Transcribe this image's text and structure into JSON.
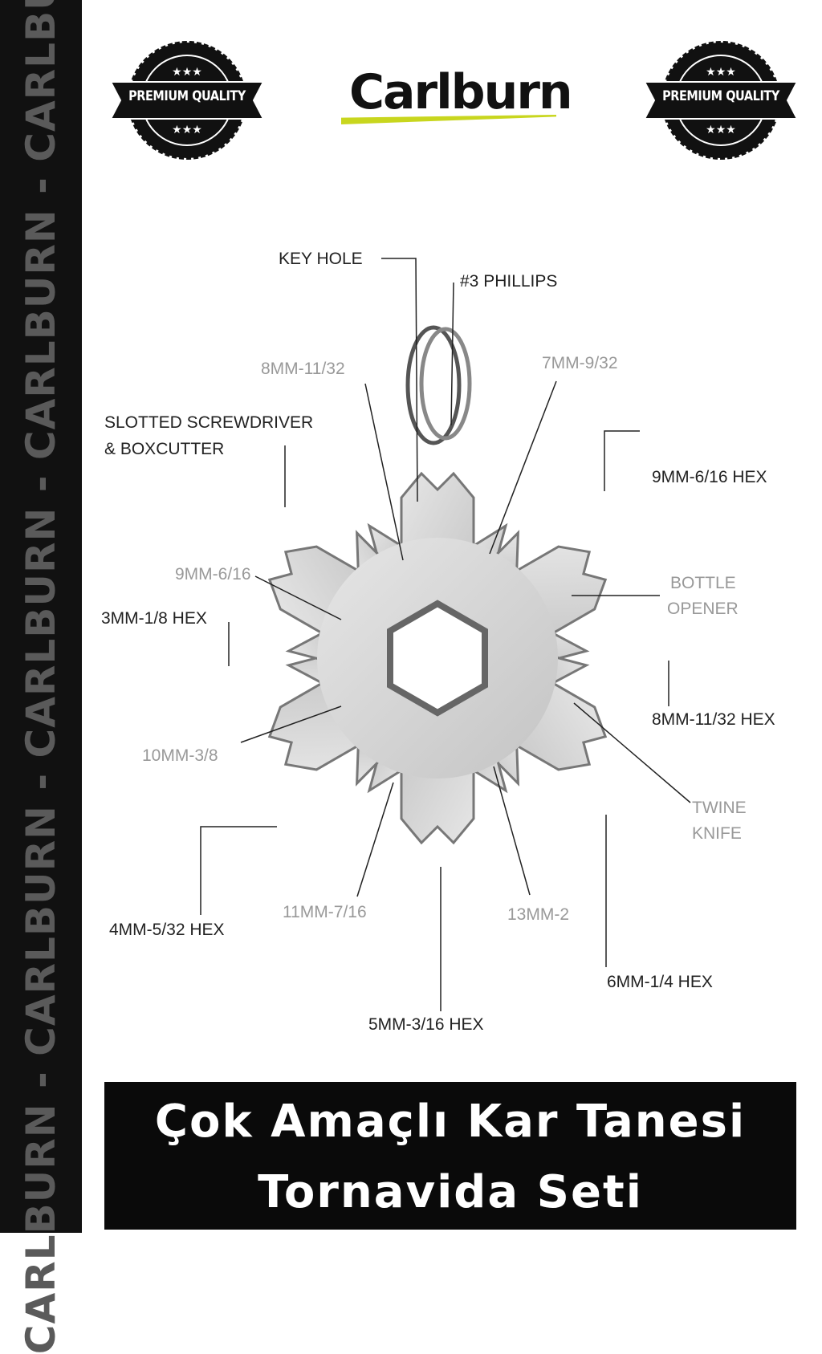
{
  "sidebar": {
    "text": "CARLBURN - CARLBURN - CARLBURN - CARLBURN - CARLBURN -"
  },
  "badge": {
    "label": "PREMIUM QUALITY"
  },
  "logo": {
    "brand": "Carlburn",
    "accent": "#c8d61e"
  },
  "labels": {
    "key_hole": "KEY HOLE",
    "phillips": "#3 PHILLIPS",
    "w8mm_top": "8MM-11/32",
    "w7mm": "7MM-9/32",
    "slotted1": "SLOTTED SCREWDRIVER",
    "slotted2": "& BOXCUTTER",
    "hex9": "9MM-6/16 HEX",
    "w9mm": "9MM-6/16",
    "bottle1": "BOTTLE",
    "bottle2": "OPENER",
    "hex3": "3MM-1/8 HEX",
    "hex8": "8MM-11/32 HEX",
    "w10mm": "10MM-3/8",
    "twine1": "TWINE",
    "twine2": "KNIFE",
    "hex4": "4MM-5/32 HEX",
    "w11mm": "11MM-7/16",
    "w13mm": "13MM-2",
    "hex6": "6MM-1/4 HEX",
    "hex5": "5MM-3/16 HEX"
  },
  "title": {
    "line1": "Çok Amaçlı Kar Tanesi",
    "line2": "Tornavida Seti"
  }
}
